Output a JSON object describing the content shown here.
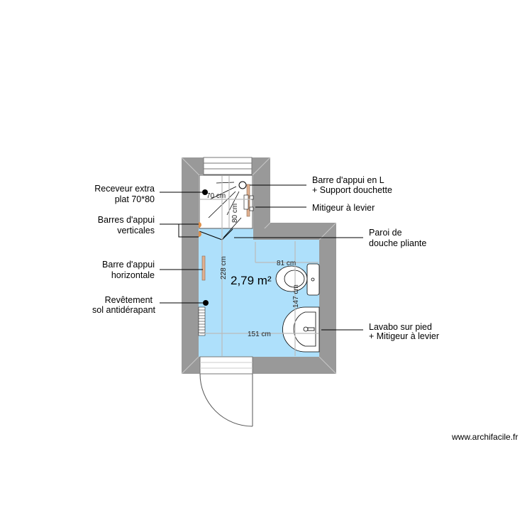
{
  "plan": {
    "area": "2,79 m²",
    "dimensions": {
      "shower_width": "70 cm",
      "shower_depth": "80 cm",
      "room_length": "228 cm",
      "toilet_offset": "81 cm",
      "sink_offset": "147 cm",
      "room_width": "151 cm"
    },
    "labels": {
      "receveur": [
        "Receveur extra",
        "plat 70*80"
      ],
      "barres_verticales": [
        "Barres d'appui",
        "verticales"
      ],
      "barre_horizontale": [
        "Barre d'appui",
        "horizontale"
      ],
      "revetement": [
        "Revêtement",
        "sol antidérapant"
      ],
      "barre_l": [
        "Barre d'appui en L",
        "+ Support douchette"
      ],
      "mitigeur": "Mitigeur à levier",
      "paroi": [
        "Paroi de",
        "douche pliante"
      ],
      "lavabo": [
        "Lavabo sur pied",
        "+ Mitigeur à levier"
      ]
    },
    "watermark": "www.archifacile.fr",
    "colors": {
      "wall": "#999999",
      "floor": "#aee0fb",
      "grab_bar": "#e0b090"
    }
  }
}
